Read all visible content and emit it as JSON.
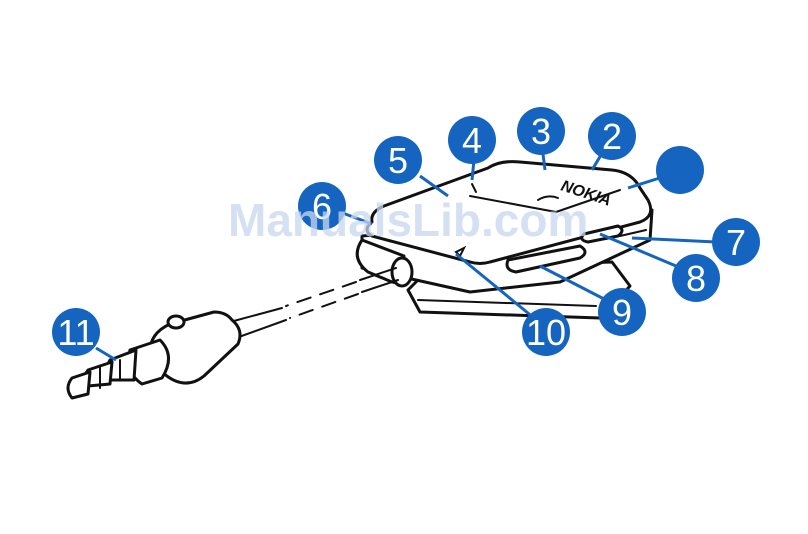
{
  "watermark": "ManualsLib.com",
  "brand_logo": "NOKIA",
  "callouts": [
    {
      "id": "1",
      "label": ""
    },
    {
      "id": "2",
      "label": "2"
    },
    {
      "id": "3",
      "label": "3"
    },
    {
      "id": "4",
      "label": "4"
    },
    {
      "id": "5",
      "label": "5"
    },
    {
      "id": "6",
      "label": "6"
    },
    {
      "id": "7",
      "label": "7"
    },
    {
      "id": "8",
      "label": "8"
    },
    {
      "id": "9",
      "label": "9"
    },
    {
      "id": "10",
      "label": "10"
    },
    {
      "id": "11",
      "label": "11"
    }
  ]
}
